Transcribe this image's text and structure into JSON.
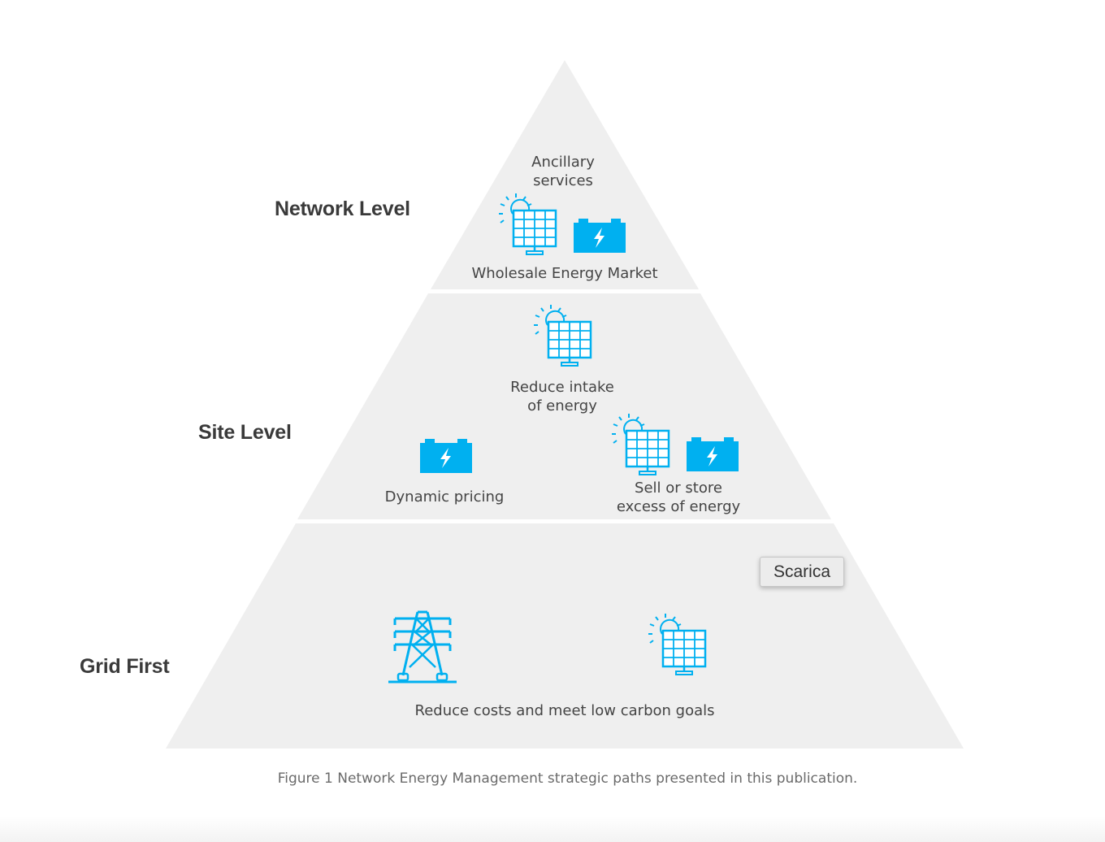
{
  "tiers": {
    "network": {
      "label": "Network Level",
      "ancillary_line1": "Ancillary",
      "ancillary_line2": "services",
      "wholesale": "Wholesale Energy Market"
    },
    "site": {
      "label": "Site Level",
      "reduce_line1": "Reduce intake",
      "reduce_line2": "of energy",
      "dynamic": "Dynamic pricing",
      "sell_line1": "Sell or store",
      "sell_line2": "excess of energy"
    },
    "grid": {
      "label": "Grid First",
      "goal": "Reduce costs and meet low carbon goals"
    }
  },
  "tooltip": "Scarica",
  "caption": "Figure 1 Network Energy Management strategic paths presented in this publication.",
  "colors": {
    "pyramid_fill": "#efefef",
    "icon_blue": "#00b0f0",
    "label_text": "#3a3a3a",
    "body_text": "#444444",
    "caption_text": "#6a6a6a"
  },
  "icons": [
    "solar-panel-icon",
    "battery-icon",
    "transmission-tower-icon"
  ]
}
